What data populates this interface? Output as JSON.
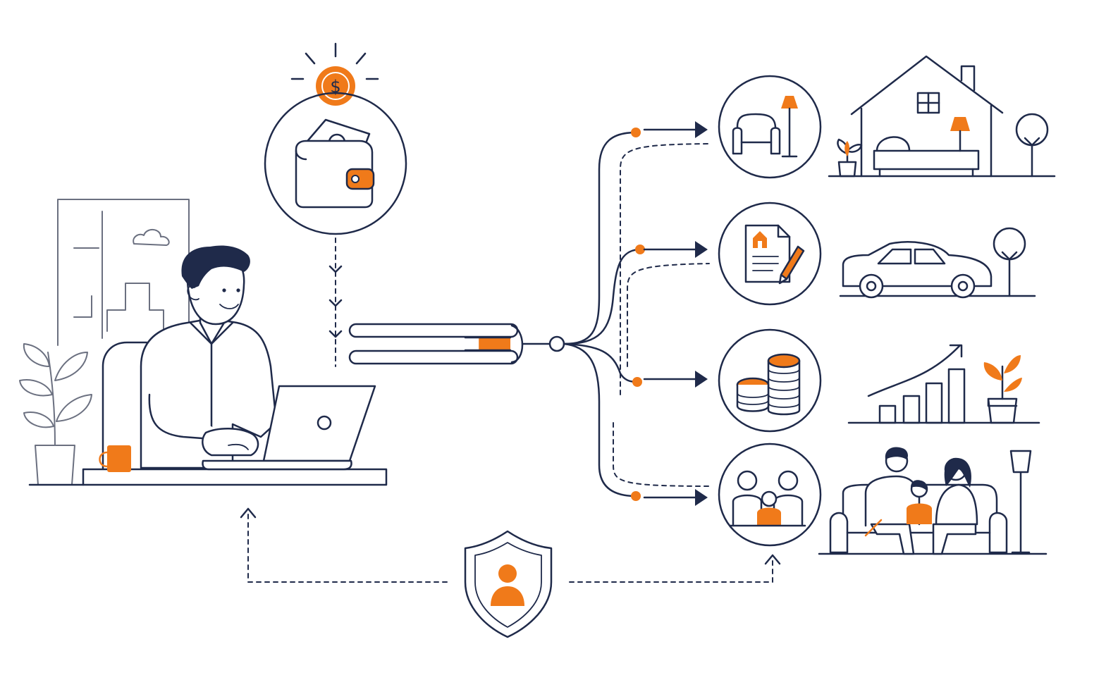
{
  "colors": {
    "navy": "#1f2a4a",
    "accent": "#f07a1a",
    "background": "#ffffff",
    "muted": "#6b7080"
  },
  "nodes": [
    {
      "id": "worker",
      "icon": "person-at-laptop"
    },
    {
      "id": "income",
      "icon": "wallet-with-cash",
      "badge_icon": "dollar-coin",
      "badge_symbol": "$"
    },
    {
      "id": "paycheck-pipe",
      "icon": "split-pipe",
      "progress": 0.2
    },
    {
      "id": "shield",
      "icon": "shield-person"
    }
  ],
  "branches": [
    {
      "id": "home",
      "icon": "armchair-lamp",
      "scene_icon": "house-scene"
    },
    {
      "id": "car",
      "icon": "document-pen",
      "scene_icon": "car-scene"
    },
    {
      "id": "savings",
      "icon": "coin-stacks",
      "scene_icon": "growth-chart-scene"
    },
    {
      "id": "family",
      "icon": "family-group",
      "scene_icon": "family-sofa-scene"
    }
  ]
}
